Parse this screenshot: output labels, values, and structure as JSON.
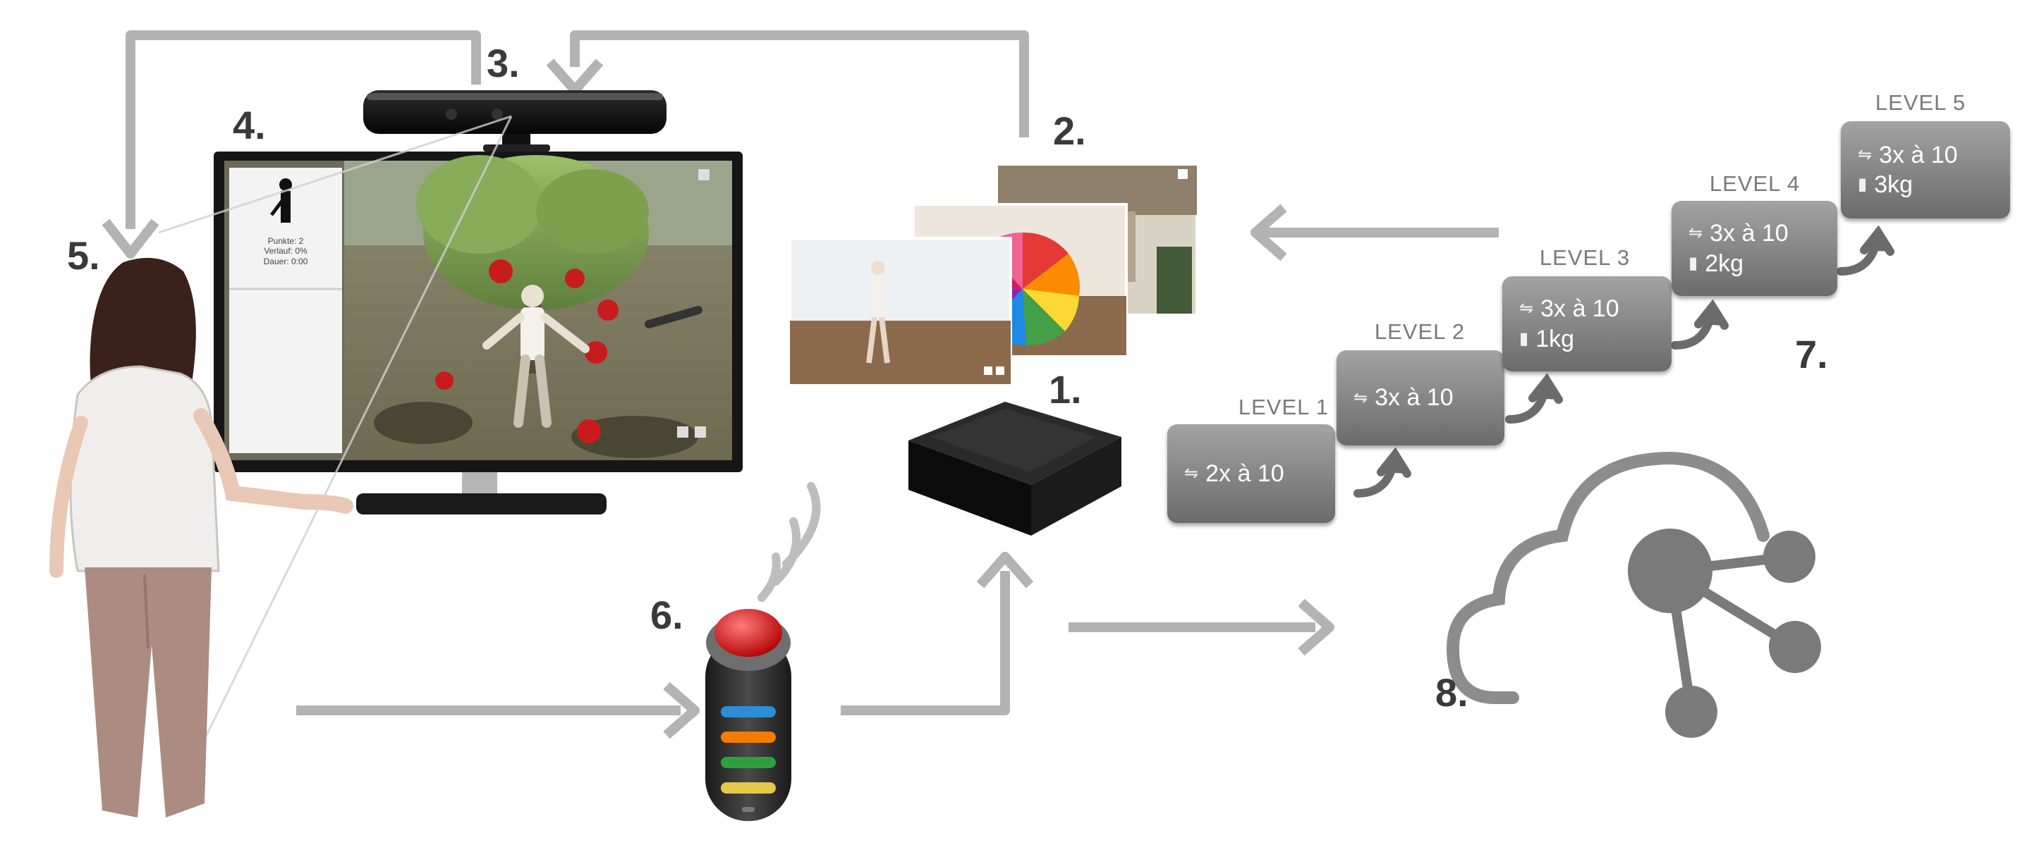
{
  "steps": {
    "s1": "1.",
    "s2": "2.",
    "s3": "3.",
    "s4": "4.",
    "s5": "5.",
    "s6": "6.",
    "s7": "7.",
    "s8": "8."
  },
  "screen_stats": {
    "line1": "Punkte: 2",
    "line2": "Verlauf: 0%",
    "line3": "Dauer: 0:00"
  },
  "levels": [
    {
      "label": "LEVEL 1",
      "reps": "2x à 10",
      "weight": ""
    },
    {
      "label": "LEVEL 2",
      "reps": "3x à 10",
      "weight": ""
    },
    {
      "label": "LEVEL 3",
      "reps": "3x à 10",
      "weight": "1kg"
    },
    {
      "label": "LEVEL 4",
      "reps": "3x à 10",
      "weight": "2kg"
    },
    {
      "label": "LEVEL 5",
      "reps": "3x à 10",
      "weight": "3kg"
    }
  ],
  "icons": {
    "repeat": "repeat-icon",
    "weight": "weight-icon",
    "cloud": "cloud-network-icon",
    "controller": "buzzer-controller-icon",
    "sensor": "kinect-sensor-icon",
    "console": "console-box-icon",
    "user": "woman-user-icon"
  },
  "colors": {
    "arrow": "#b3b3b3",
    "box_top": "#a3a3a3",
    "box_bottom": "#6b6b6b",
    "number_text": "#3a3a3a",
    "buzzer_red": "#d81e1e",
    "cloud_stroke": "#8c8c8c",
    "network": "#7a7a7a"
  }
}
